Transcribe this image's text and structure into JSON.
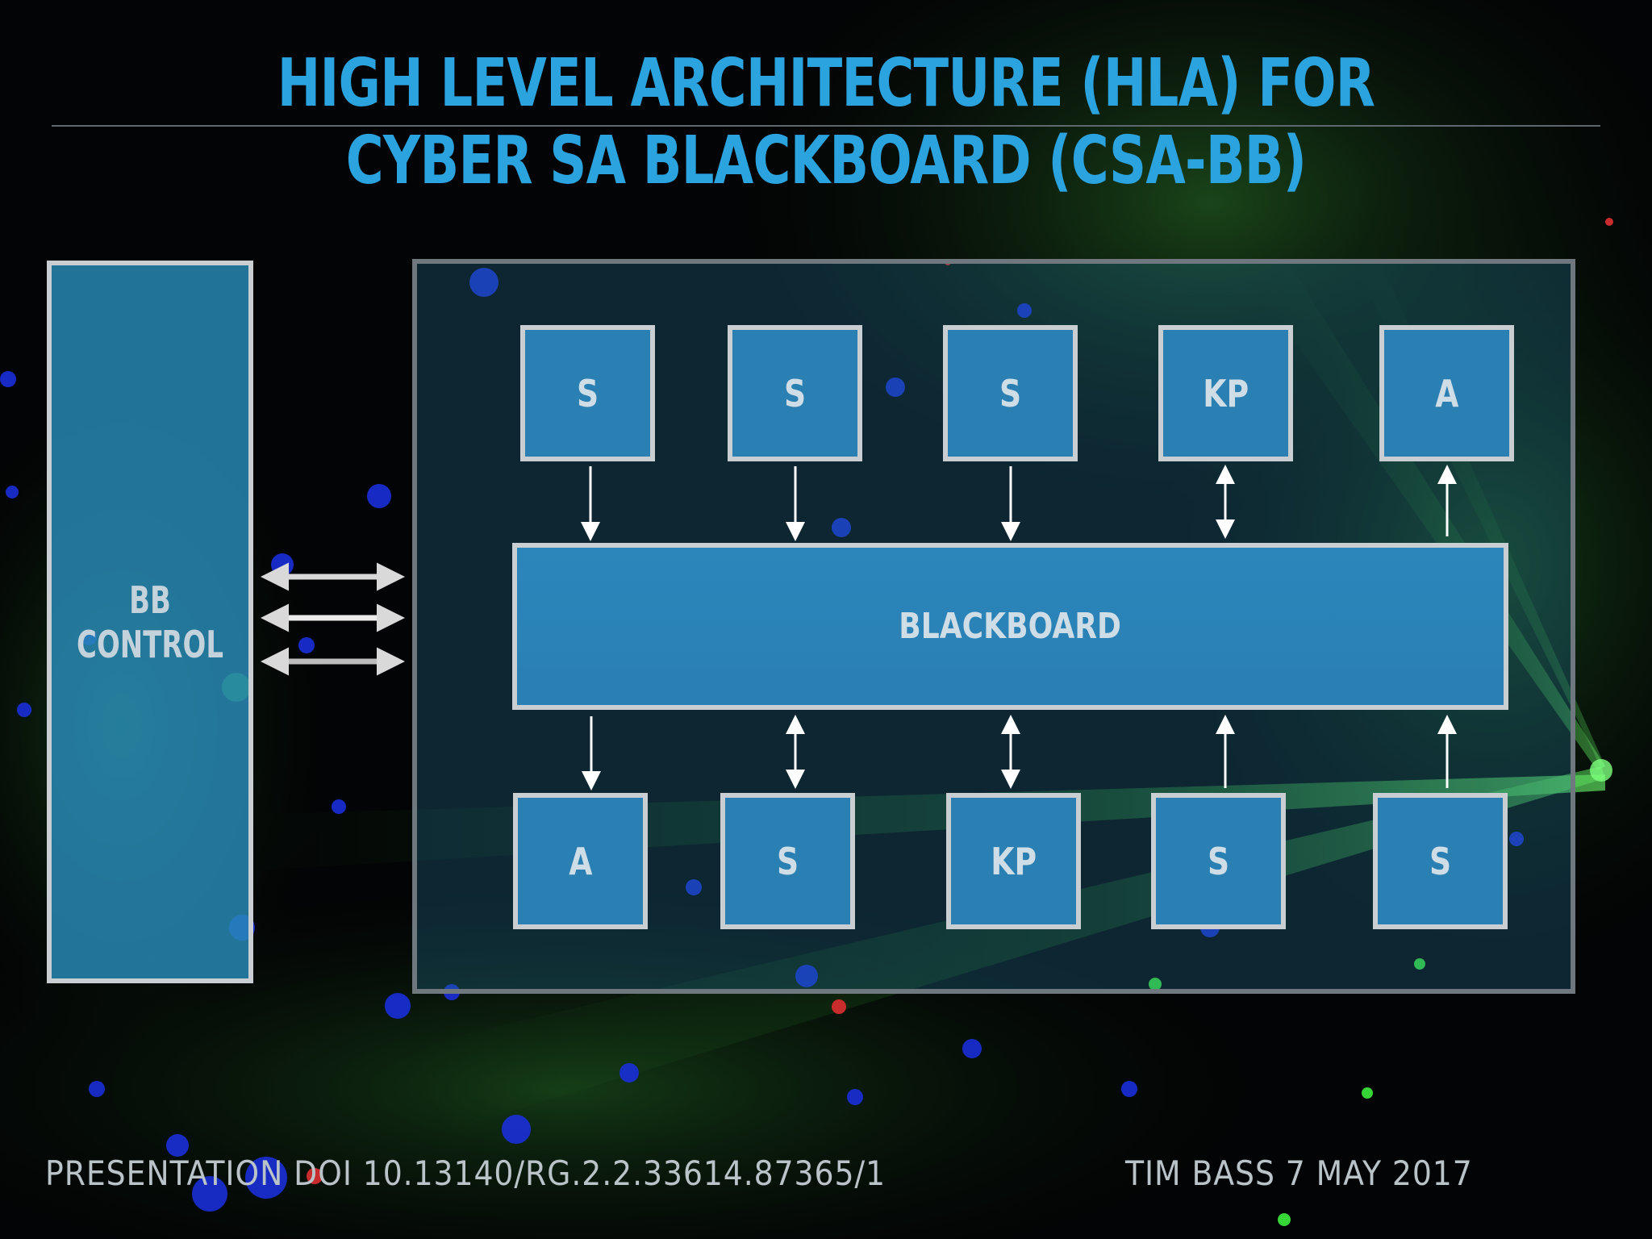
{
  "title": {
    "line1": "HIGH LEVEL ARCHITECTURE (HLA) FOR",
    "line2": "CYBER SA BLACKBOARD (CSA-BB)"
  },
  "bb_control": {
    "line1": "BB",
    "line2": "CONTROL"
  },
  "blackboard": {
    "label": "BLACKBOARD"
  },
  "top_boxes": [
    {
      "label": "S",
      "arrow": "down"
    },
    {
      "label": "S",
      "arrow": "down"
    },
    {
      "label": "S",
      "arrow": "down"
    },
    {
      "label": "KP",
      "arrow": "both"
    },
    {
      "label": "A",
      "arrow": "up"
    }
  ],
  "bottom_boxes": [
    {
      "label": "A",
      "arrow": "down"
    },
    {
      "label": "S",
      "arrow": "both"
    },
    {
      "label": "KP",
      "arrow": "both"
    },
    {
      "label": "S",
      "arrow": "up"
    },
    {
      "label": "S",
      "arrow": "up"
    }
  ],
  "colors": {
    "title": "#2aa3de",
    "box_fill": "#2a7fb3",
    "box_border": "#c9ced2",
    "background": "#030405"
  },
  "footer": {
    "left": "PRESENTATION DOI 10.13140/RG.2.2.33614.87365/1",
    "right": "TIM BASS  7 MAY 2017"
  }
}
